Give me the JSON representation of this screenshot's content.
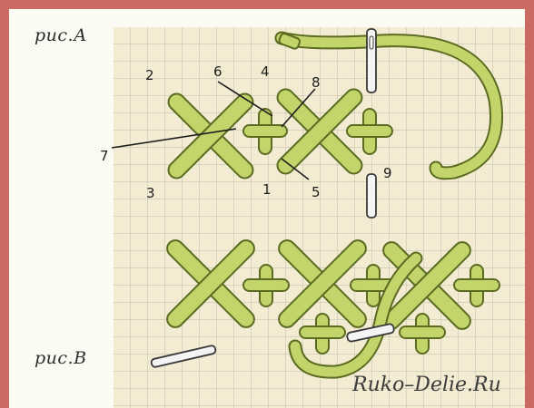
{
  "figure_a": {
    "label": "рис.А",
    "step_numbers": [
      "2",
      "6",
      "4",
      "8",
      "7",
      "3",
      "1",
      "5",
      "9"
    ]
  },
  "figure_b": {
    "label": "рис.В"
  },
  "watermark": "Ruko–Delie.Ru",
  "colors": {
    "border": "#c96a63",
    "grid_fill": "#f3ecd2",
    "grid_line": "#c9c4b4",
    "thread": "#c2d46a",
    "thread_outline": "#5b6b21",
    "needle": "#f4f4f4"
  }
}
